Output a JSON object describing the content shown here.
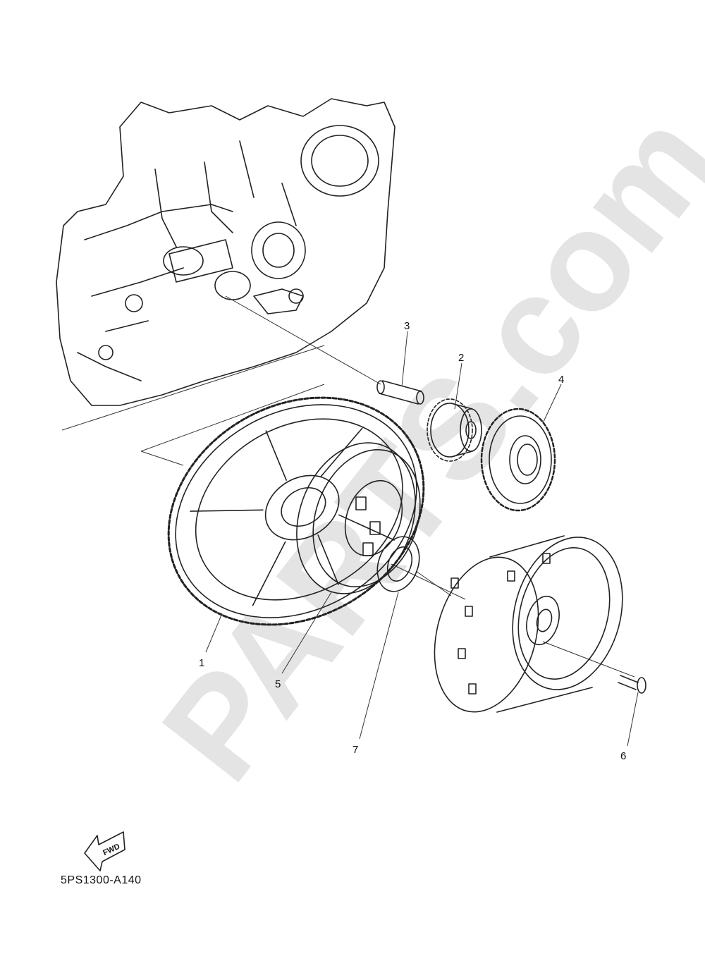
{
  "diagram": {
    "callouts": [
      {
        "id": "1"
      },
      {
        "id": "2"
      },
      {
        "id": "3"
      },
      {
        "id": "4"
      },
      {
        "id": "5"
      },
      {
        "id": "6"
      },
      {
        "id": "7"
      }
    ],
    "fwd_label": "FWD",
    "diagram_code": "5PS1300-A140",
    "watermark": "PARTS.com"
  },
  "colors": {
    "line": "#222222",
    "watermark": "#cfcfcf",
    "background": "#ffffff"
  }
}
